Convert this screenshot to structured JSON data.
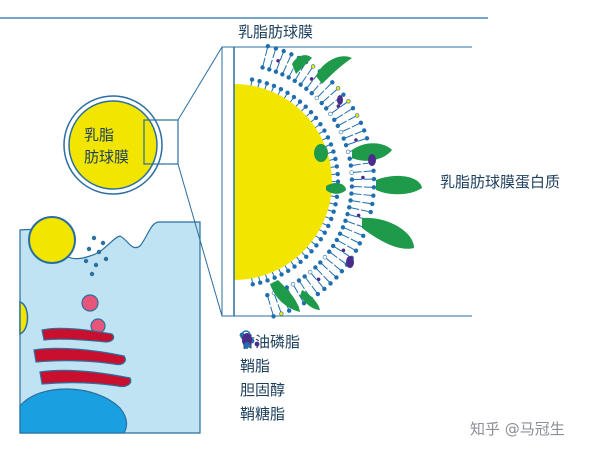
{
  "labels": {
    "title": "乳脂肪球膜",
    "small_line1": "乳脂",
    "small_line2": "肪球膜",
    "protein": "乳脂肪球膜蛋白质"
  },
  "legend": [
    {
      "icon": "phospholipid-icon",
      "label": "甘油磷脂"
    },
    {
      "icon": "sphingolipid-icon",
      "label": "鞘脂"
    },
    {
      "icon": "cholesterol-icon",
      "label": "胆固醇"
    },
    {
      "icon": "glycosphingolipid-icon",
      "label": "鞘糖脂"
    }
  ],
  "watermark": "知乎 @马冠生",
  "colors": {
    "fat": "#f2e600",
    "membrane": "#1f6fb0",
    "protein": "#1f9a4a",
    "cell": "#bfe3f2",
    "nucleus": "#1aa0e0",
    "golgi": "#c8102e",
    "outline": "#2a6fa0",
    "glyco": "#4a2d8a"
  }
}
